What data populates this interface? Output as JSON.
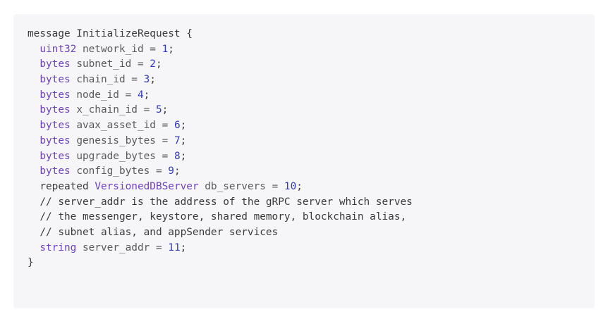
{
  "code": {
    "lines": [
      {
        "indent": "",
        "parts": [
          {
            "t": "kw",
            "v": "message InitializeRequest {"
          }
        ]
      },
      {
        "indent": "  ",
        "parts": [
          {
            "t": "ty",
            "v": "uint32"
          },
          {
            "t": "nm",
            "v": " network_id = "
          },
          {
            "t": "num",
            "v": "1"
          },
          {
            "t": "pun",
            "v": ";"
          }
        ]
      },
      {
        "indent": "  ",
        "parts": [
          {
            "t": "ty",
            "v": "bytes"
          },
          {
            "t": "nm",
            "v": " subnet_id = "
          },
          {
            "t": "num",
            "v": "2"
          },
          {
            "t": "pun",
            "v": ";"
          }
        ]
      },
      {
        "indent": "  ",
        "parts": [
          {
            "t": "ty",
            "v": "bytes"
          },
          {
            "t": "nm",
            "v": " chain_id = "
          },
          {
            "t": "num",
            "v": "3"
          },
          {
            "t": "pun",
            "v": ";"
          }
        ]
      },
      {
        "indent": "  ",
        "parts": [
          {
            "t": "ty",
            "v": "bytes"
          },
          {
            "t": "nm",
            "v": " node_id = "
          },
          {
            "t": "num",
            "v": "4"
          },
          {
            "t": "pun",
            "v": ";"
          }
        ]
      },
      {
        "indent": "  ",
        "parts": [
          {
            "t": "ty",
            "v": "bytes"
          },
          {
            "t": "nm",
            "v": " x_chain_id = "
          },
          {
            "t": "num",
            "v": "5"
          },
          {
            "t": "pun",
            "v": ";"
          }
        ]
      },
      {
        "indent": "  ",
        "parts": [
          {
            "t": "ty",
            "v": "bytes"
          },
          {
            "t": "nm",
            "v": " avax_asset_id = "
          },
          {
            "t": "num",
            "v": "6"
          },
          {
            "t": "pun",
            "v": ";"
          }
        ]
      },
      {
        "indent": "  ",
        "parts": [
          {
            "t": "ty",
            "v": "bytes"
          },
          {
            "t": "nm",
            "v": " genesis_bytes = "
          },
          {
            "t": "num",
            "v": "7"
          },
          {
            "t": "pun",
            "v": ";"
          }
        ]
      },
      {
        "indent": "  ",
        "parts": [
          {
            "t": "ty",
            "v": "bytes"
          },
          {
            "t": "nm",
            "v": " upgrade_bytes = "
          },
          {
            "t": "num",
            "v": "8"
          },
          {
            "t": "pun",
            "v": ";"
          }
        ]
      },
      {
        "indent": "  ",
        "parts": [
          {
            "t": "ty",
            "v": "bytes"
          },
          {
            "t": "nm",
            "v": " config_bytes = "
          },
          {
            "t": "num",
            "v": "9"
          },
          {
            "t": "pun",
            "v": ";"
          }
        ]
      },
      {
        "indent": "  ",
        "parts": [
          {
            "t": "kw",
            "v": "repeated "
          },
          {
            "t": "ty",
            "v": "VersionedDBServer"
          },
          {
            "t": "nm",
            "v": " db_servers = "
          },
          {
            "t": "num",
            "v": "10"
          },
          {
            "t": "pun",
            "v": ";"
          }
        ]
      },
      {
        "indent": "  ",
        "parts": [
          {
            "t": "com",
            "v": "// server_addr is the address of the gRPC server which serves"
          }
        ]
      },
      {
        "indent": "  ",
        "parts": [
          {
            "t": "com",
            "v": "// the messenger, keystore, shared memory, blockchain alias,"
          }
        ]
      },
      {
        "indent": "  ",
        "parts": [
          {
            "t": "com",
            "v": "// subnet alias, and appSender services"
          }
        ]
      },
      {
        "indent": "  ",
        "parts": [
          {
            "t": "ty",
            "v": "string"
          },
          {
            "t": "nm",
            "v": " server_addr = "
          },
          {
            "t": "num",
            "v": "11"
          },
          {
            "t": "pun",
            "v": ";"
          }
        ]
      },
      {
        "indent": "",
        "parts": [
          {
            "t": "kw",
            "v": "}"
          }
        ]
      }
    ]
  },
  "colors": {
    "background": "#f6f6f8",
    "type": "#6f42c1",
    "number": "#2f3bbd",
    "text": "#3b3b3b"
  }
}
